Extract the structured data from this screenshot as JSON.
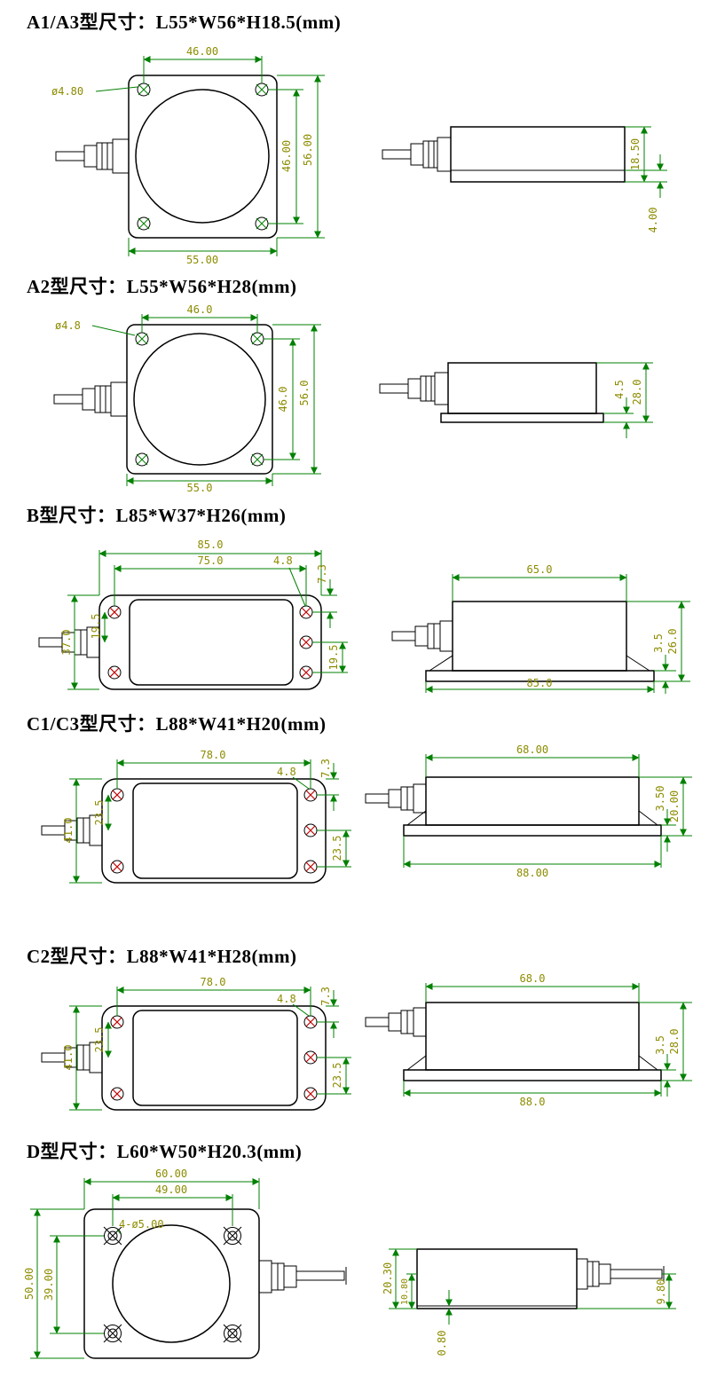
{
  "colors": {
    "outline": "#000000",
    "dimension_line": "#008000",
    "dimension_text": "#8c8c00",
    "hole_mark_red": "#c00000"
  },
  "sections": [
    {
      "id": "a1a3",
      "title": "A1/A3型尺寸：L55*W56*H18.5(mm)",
      "front": {
        "top_width": "46.00",
        "hole_dia": "ø4.80",
        "inner_height": "46.00",
        "outer_height": "56.00",
        "bottom_width": "55.00"
      },
      "side": {
        "height": "18.50",
        "base": "4.00"
      }
    },
    {
      "id": "a2",
      "title": "A2型尺寸：L55*W56*H28(mm)",
      "front": {
        "top_width": "46.0",
        "hole_dia": "ø4.8",
        "inner_height": "46.0",
        "outer_height": "56.0",
        "bottom_width": "55.0"
      },
      "side": {
        "plate": "4.5",
        "height": "28.0"
      }
    },
    {
      "id": "b",
      "title": "B型尺寸：L85*W37*H26(mm)",
      "front": {
        "outer_width": "85.0",
        "hole_span": "75.0",
        "hole_dia": "4.8",
        "edge_offset": "7.3",
        "outer_height": "37.0",
        "left_pitch": "19.5",
        "right_pitch": "19.5"
      },
      "side": {
        "top_width": "65.0",
        "plate": "3.5",
        "height": "26.0",
        "base_width": "85.0"
      }
    },
    {
      "id": "c1c3",
      "title": "C1/C3型尺寸：L88*W41*H20(mm)",
      "front": {
        "hole_span": "78.0",
        "hole_dia": "4.8",
        "edge_offset": "7.3",
        "outer_height": "41.0",
        "left_pitch": "23.5",
        "right_pitch": "23.5"
      },
      "side": {
        "top_width": "68.00",
        "plate": "3.50",
        "height": "20.00",
        "base_width": "88.00"
      }
    },
    {
      "id": "c2",
      "title": "C2型尺寸：L88*W41*H28(mm)",
      "front": {
        "hole_span": "78.0",
        "hole_dia": "4.8",
        "edge_offset": "7.3",
        "outer_height": "41.0",
        "left_pitch": "23.5",
        "right_pitch": "23.5"
      },
      "side": {
        "top_width": "68.0",
        "plate": "3.5",
        "height": "28.0",
        "base_width": "88.0"
      }
    },
    {
      "id": "d",
      "title": "D型尺寸：L60*W50*H20.3(mm)",
      "front": {
        "outer_width": "60.00",
        "hole_span": "49.00",
        "hole_note": "4-ø5.00",
        "outer_height": "50.00",
        "hole_span_v": "39.00"
      },
      "side": {
        "height": "20.30",
        "mid": "10.80",
        "plate": "0.80",
        "cable_offset": "9.80"
      }
    }
  ]
}
